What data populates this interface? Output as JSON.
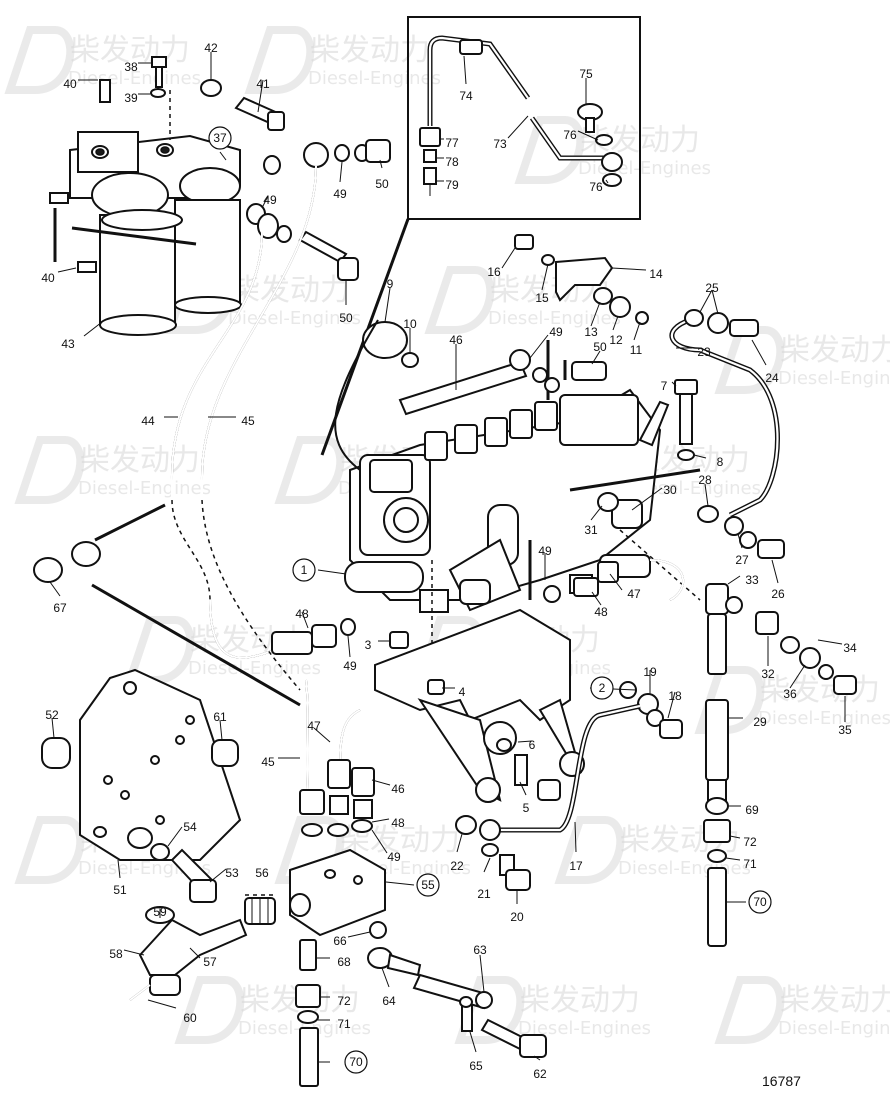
{
  "drawing_number": "16787",
  "watermark": {
    "brand_cn": "柴发动力",
    "brand_en": "Diesel-Engines",
    "color": "#d6d6d6"
  },
  "callouts": [
    {
      "id": "c40a",
      "label": "40"
    },
    {
      "id": "c38",
      "label": "38"
    },
    {
      "id": "c42",
      "label": "42"
    },
    {
      "id": "c39",
      "label": "39"
    },
    {
      "id": "c41",
      "label": "41"
    },
    {
      "id": "c37",
      "label": "37",
      "circled": true
    },
    {
      "id": "c49a",
      "label": "49"
    },
    {
      "id": "c49b",
      "label": "49"
    },
    {
      "id": "c50a",
      "label": "50"
    },
    {
      "id": "c40b",
      "label": "40"
    },
    {
      "id": "c50b",
      "label": "50"
    },
    {
      "id": "c43",
      "label": "43"
    },
    {
      "id": "c74",
      "label": "74"
    },
    {
      "id": "c73",
      "label": "73"
    },
    {
      "id": "c75",
      "label": "75"
    },
    {
      "id": "c77",
      "label": "77"
    },
    {
      "id": "c78",
      "label": "78"
    },
    {
      "id": "c79",
      "label": "79"
    },
    {
      "id": "c76a",
      "label": "76"
    },
    {
      "id": "c76b",
      "label": "76"
    },
    {
      "id": "c16",
      "label": "16"
    },
    {
      "id": "c14",
      "label": "14"
    },
    {
      "id": "c15",
      "label": "15"
    },
    {
      "id": "c9",
      "label": "9"
    },
    {
      "id": "c10",
      "label": "10"
    },
    {
      "id": "c46a",
      "label": "46"
    },
    {
      "id": "c49c",
      "label": "49"
    },
    {
      "id": "c13",
      "label": "13"
    },
    {
      "id": "c12",
      "label": "12"
    },
    {
      "id": "c11",
      "label": "11"
    },
    {
      "id": "c50c",
      "label": "50"
    },
    {
      "id": "c25",
      "label": "25"
    },
    {
      "id": "c23",
      "label": "23"
    },
    {
      "id": "c24",
      "label": "24"
    },
    {
      "id": "c7",
      "label": "7"
    },
    {
      "id": "c8",
      "label": "8"
    },
    {
      "id": "c44",
      "label": "44"
    },
    {
      "id": "c45a",
      "label": "45"
    },
    {
      "id": "c28",
      "label": "28"
    },
    {
      "id": "c30",
      "label": "30"
    },
    {
      "id": "c31",
      "label": "31"
    },
    {
      "id": "c27",
      "label": "27"
    },
    {
      "id": "c26",
      "label": "26"
    },
    {
      "id": "c1",
      "label": "1",
      "circled": true
    },
    {
      "id": "c49d",
      "label": "49"
    },
    {
      "id": "c47a",
      "label": "47"
    },
    {
      "id": "c33",
      "label": "33"
    },
    {
      "id": "c48a",
      "label": "48"
    },
    {
      "id": "c67",
      "label": "67"
    },
    {
      "id": "c48b",
      "label": "48"
    },
    {
      "id": "c49e",
      "label": "49"
    },
    {
      "id": "c3",
      "label": "3"
    },
    {
      "id": "c32",
      "label": "32"
    },
    {
      "id": "c34",
      "label": "34"
    },
    {
      "id": "c4",
      "label": "4"
    },
    {
      "id": "c2",
      "label": "2",
      "circled": true
    },
    {
      "id": "c19",
      "label": "19"
    },
    {
      "id": "c36",
      "label": "36"
    },
    {
      "id": "c18",
      "label": "18"
    },
    {
      "id": "c35",
      "label": "35"
    },
    {
      "id": "c52",
      "label": "52"
    },
    {
      "id": "c61",
      "label": "61"
    },
    {
      "id": "c47b",
      "label": "47"
    },
    {
      "id": "c29",
      "label": "29"
    },
    {
      "id": "c6",
      "label": "6"
    },
    {
      "id": "c45b",
      "label": "45"
    },
    {
      "id": "c46b",
      "label": "46"
    },
    {
      "id": "c5",
      "label": "5"
    },
    {
      "id": "c69",
      "label": "69"
    },
    {
      "id": "c48c",
      "label": "48"
    },
    {
      "id": "c54",
      "label": "54"
    },
    {
      "id": "c49f",
      "label": "49"
    },
    {
      "id": "c72a",
      "label": "72"
    },
    {
      "id": "c22",
      "label": "22"
    },
    {
      "id": "c71a",
      "label": "71"
    },
    {
      "id": "c51",
      "label": "51"
    },
    {
      "id": "c53",
      "label": "53"
    },
    {
      "id": "c56",
      "label": "56"
    },
    {
      "id": "c21",
      "label": "21"
    },
    {
      "id": "c17",
      "label": "17"
    },
    {
      "id": "c55",
      "label": "55",
      "circled": true
    },
    {
      "id": "c70a",
      "label": "70",
      "circled": true
    },
    {
      "id": "c20",
      "label": "20"
    },
    {
      "id": "c59",
      "label": "59"
    },
    {
      "id": "c66",
      "label": "66"
    },
    {
      "id": "c63",
      "label": "63"
    },
    {
      "id": "c58",
      "label": "58"
    },
    {
      "id": "c57",
      "label": "57"
    },
    {
      "id": "c68",
      "label": "68"
    },
    {
      "id": "c64",
      "label": "64"
    },
    {
      "id": "c72b",
      "label": "72"
    },
    {
      "id": "c71b",
      "label": "71"
    },
    {
      "id": "c60",
      "label": "60"
    },
    {
      "id": "c65",
      "label": "65"
    },
    {
      "id": "c70b",
      "label": "70",
      "circled": true
    },
    {
      "id": "c62",
      "label": "62"
    }
  ]
}
